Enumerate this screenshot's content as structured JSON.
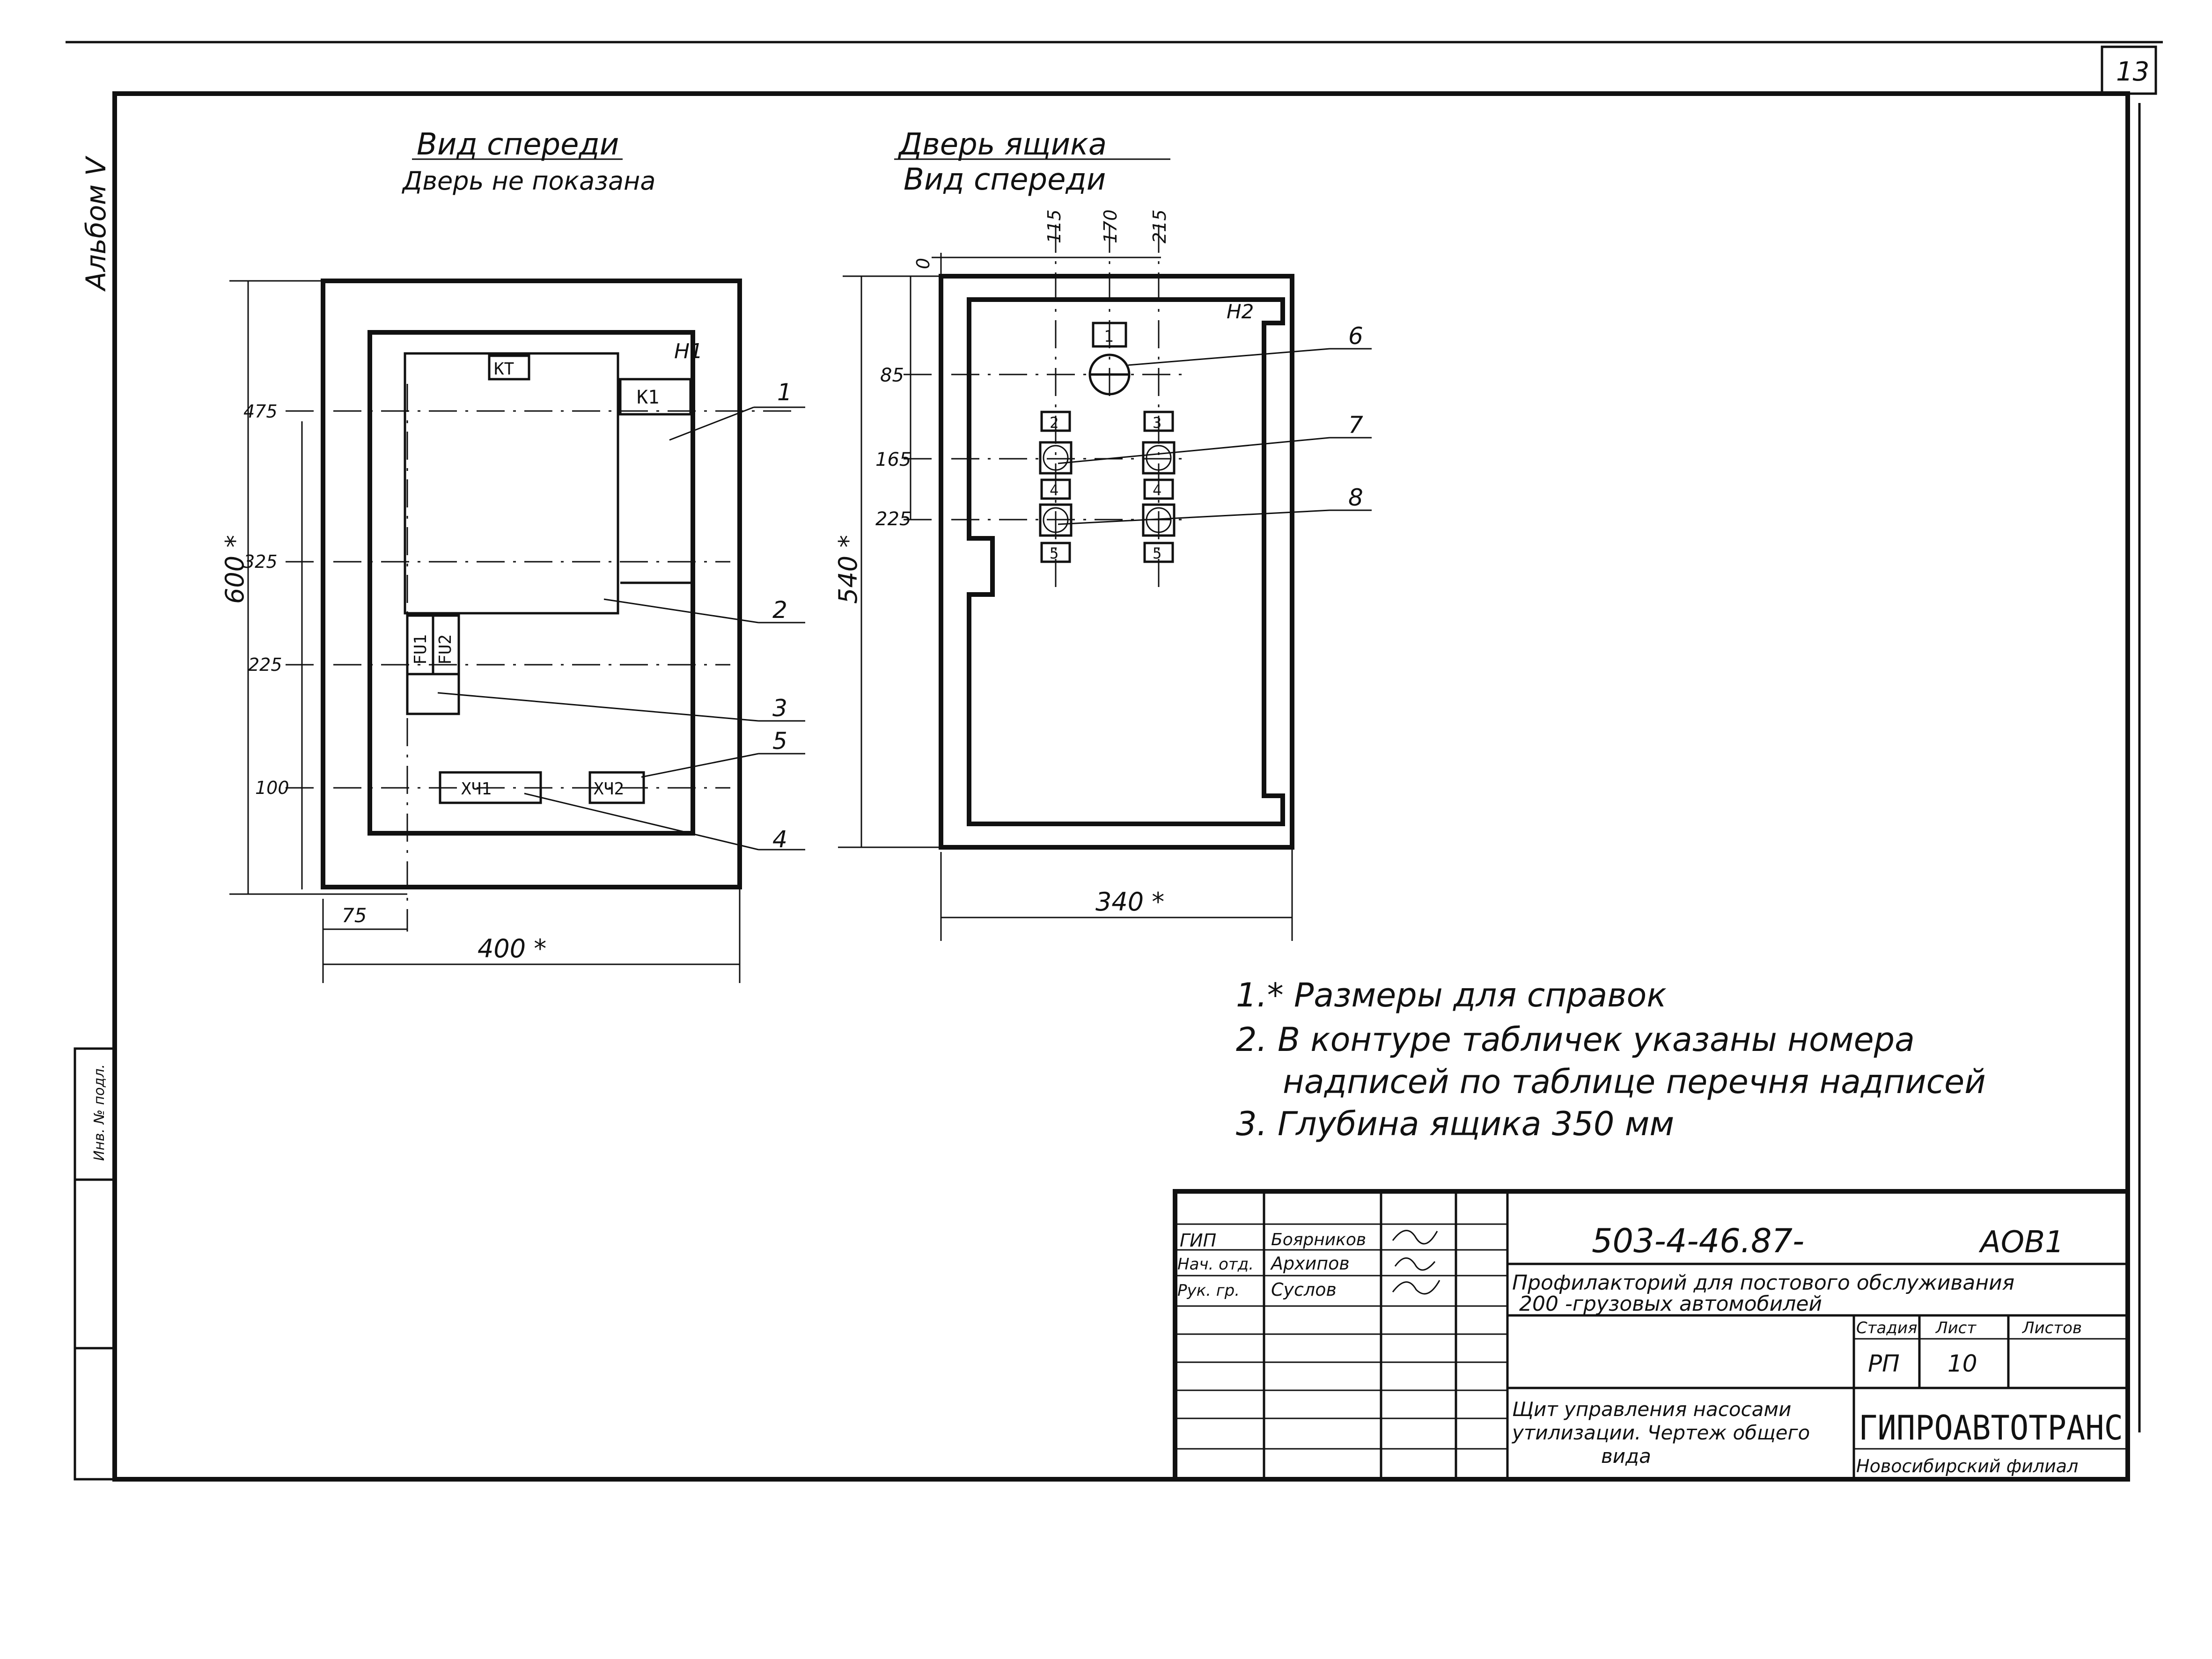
{
  "sheet": {
    "page_number": "13",
    "album": "Альбом V"
  },
  "front_view": {
    "title": "Вид спереди",
    "subtitle": "Дверь не показана",
    "corner_label": "Н1",
    "components": [
      "КТ",
      "К1",
      "FU1",
      "FU2",
      "ХЧ1",
      "ХЧ2"
    ],
    "dims_left": [
      "475",
      "325",
      "225",
      "100"
    ],
    "overall_height": "600 *",
    "offset_bottom": "75",
    "overall_width": "400 *",
    "callouts": [
      "1",
      "2",
      "3",
      "5",
      "4"
    ]
  },
  "door_view": {
    "title": "Дверь ящика",
    "subtitle": "Вид спереди",
    "corner_label": "Н2",
    "dims_top": [
      "0",
      "115",
      "170",
      "215"
    ],
    "dims_left": [
      "85",
      "165",
      "225"
    ],
    "overall_height": "540 *",
    "overall_width": "340 *",
    "plates_left": [
      "1",
      "2",
      "4",
      "5"
    ],
    "plates_right": [
      "3",
      "4",
      "5"
    ],
    "callouts": [
      "6",
      "7",
      "8"
    ]
  },
  "notes": [
    "1.* Размеры для справок",
    "2. В контуре табличек указаны номера",
    "надписей по таблице перечня надписей",
    "3. Глубина ящика 350 мм"
  ],
  "title_block": {
    "roles": [
      "ГИП",
      "Нач. отд.",
      "Рук. гр."
    ],
    "names": [
      "Боярников",
      "Архипов",
      "Суслов"
    ],
    "doc_code": "503-4-46.87-",
    "doc_suffix": "АОВ1",
    "project_line1": "Профилакторий для постового обслуживания",
    "project_line2": "200 -грузовых автомобилей",
    "col_stage": "Стадия",
    "col_sheet": "Лист",
    "col_sheets": "Листов",
    "stage": "РП",
    "sheet": "10",
    "sheet_title1": "Щит управления насосами",
    "sheet_title2": "утилизации. Чертеж общего",
    "sheet_title3": "вида",
    "org": "ГИПРОАВТОТРАНС",
    "org_branch": "Новосибирский филиал"
  },
  "side_stamp": "Инв. № подл."
}
